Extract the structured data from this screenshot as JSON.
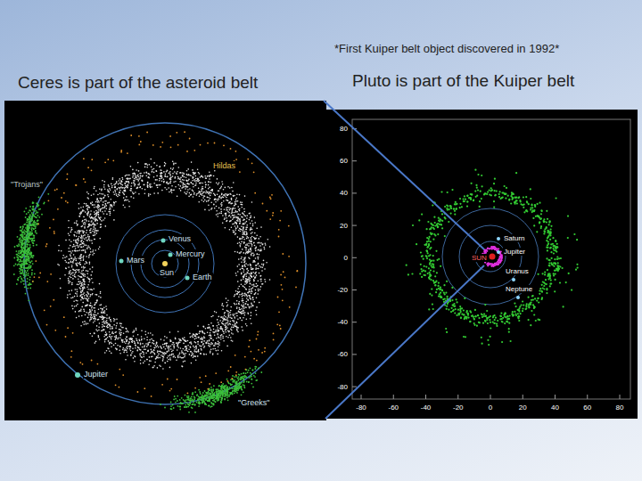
{
  "diagram": {
    "labels": [
      "*First Kuiper belt object discovered in 1992*",
      "Ceres is part of the asteroid belt",
      "Pluto is part of the Kuiper belt",
      "Hildas",
      "\"Trojans\"",
      "Venus",
      "Mercury",
      "Mars",
      "Sun",
      "Earth",
      "Jupiter",
      "\"Greeks\"",
      "Saturn",
      "SUN",
      "Jupiter",
      "Uranus",
      "Neptune",
      "80",
      "60",
      "40",
      "20",
      "0",
      "-20",
      "-40",
      "-60",
      "-80",
      "-80",
      "-60",
      "-40",
      "-20",
      "0",
      "20",
      "40",
      "60",
      "80"
    ]
  }
}
